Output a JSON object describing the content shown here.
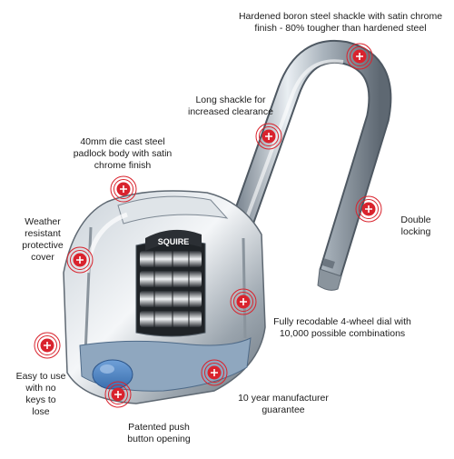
{
  "product": {
    "brand_logo": "SQUIRE",
    "accent_color": "#d9232d",
    "callouts": [
      {
        "id": "shackle-material",
        "text": [
          "Hardened boron steel shackle with satin chrome",
          "finish - 80% tougher than hardened steel"
        ]
      },
      {
        "id": "long-shackle",
        "text": [
          "Long shackle for",
          "increased clearance"
        ]
      },
      {
        "id": "body",
        "text": [
          "40mm die cast steel",
          "padlock body with satin",
          "chrome finish"
        ]
      },
      {
        "id": "cover",
        "text": [
          "Weather",
          "resistant",
          "protective",
          "cover"
        ]
      },
      {
        "id": "double-locking",
        "text": [
          "Double",
          "locking"
        ]
      },
      {
        "id": "dial",
        "text": [
          "Fully recodable 4-wheel dial with",
          "10,000 possible combinations"
        ]
      },
      {
        "id": "easy-use",
        "text": [
          "Easy to use",
          "with no",
          "keys to",
          "lose"
        ]
      },
      {
        "id": "guarantee",
        "text": [
          "10 year manufacturer",
          "guarantee"
        ]
      },
      {
        "id": "push-button",
        "text": [
          "Patented push",
          "button opening"
        ]
      }
    ]
  }
}
